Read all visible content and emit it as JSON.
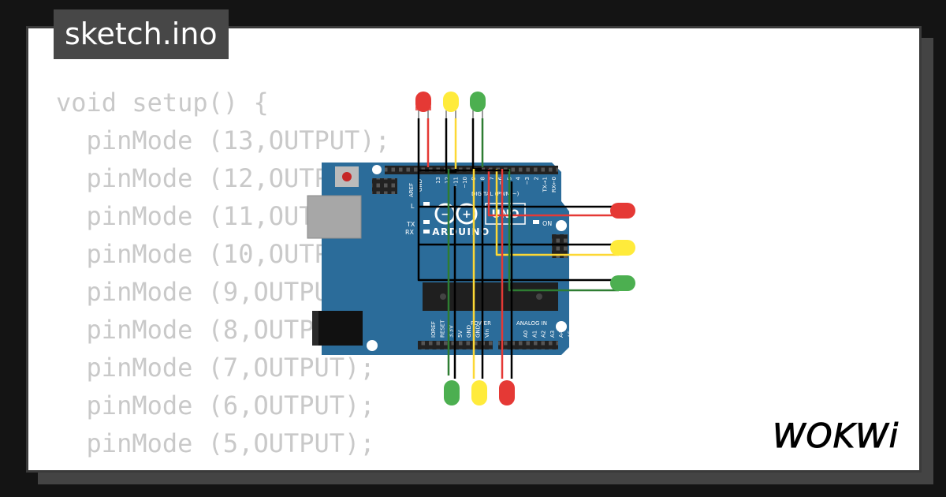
{
  "file_tab": {
    "label": "sketch.ino"
  },
  "code_lines": [
    "void setup() {",
    "  pinMode (13,OUTPUT);",
    "  pinMode (12,OUTPUT);",
    "  pinMode (11,OUTPUT);",
    "  pinMode (10,OUTPUT);",
    "  pinMode (9,OUTPUT);",
    "  pinMode (8,OUTPUT);",
    "  pinMode (7,OUTPUT);",
    "  pinMode (6,OUTPUT);",
    "  pinMode (5,OUTPUT);",
    "}"
  ],
  "board": {
    "aref_label": "AREF",
    "gnd_label": "GND",
    "digital_pin_labels": [
      "13",
      "12",
      "~11",
      "~10",
      "~9",
      "8",
      "7",
      "~6",
      "~5",
      "4",
      "~3",
      "2",
      "TX→1",
      "RX←0"
    ],
    "digital_label": "DIGITAL (PWM ~)",
    "l_label": "L",
    "tx_label": "TX",
    "rx_label": "RX",
    "brand_label": "ARDUINO",
    "model_label": "UNO",
    "on_label": "ON",
    "power_label": "POWER",
    "analog_label": "ANALOG IN",
    "power_pin_labels": [
      "IOREF",
      "RESET",
      "3.3V",
      "5V",
      "GND",
      "GND",
      "Vin"
    ],
    "analog_pin_labels": [
      "A0",
      "A1",
      "A2",
      "A3",
      "A4",
      "A5"
    ]
  },
  "leds": [
    {
      "id": "top-red",
      "color": "#e53935"
    },
    {
      "id": "top-yellow",
      "color": "#ffeb3b"
    },
    {
      "id": "top-green",
      "color": "#4caf50"
    },
    {
      "id": "right-red",
      "color": "#e53935"
    },
    {
      "id": "right-yellow",
      "color": "#ffeb3b"
    },
    {
      "id": "right-green",
      "color": "#4caf50"
    },
    {
      "id": "bottom-green",
      "color": "#4caf50"
    },
    {
      "id": "bottom-yellow",
      "color": "#ffeb3b"
    },
    {
      "id": "bottom-red",
      "color": "#e53935"
    }
  ],
  "logo": {
    "text": "WOKWi"
  },
  "colors": {
    "board_blue": "#2b6c9a",
    "wire_black": "#000000"
  }
}
